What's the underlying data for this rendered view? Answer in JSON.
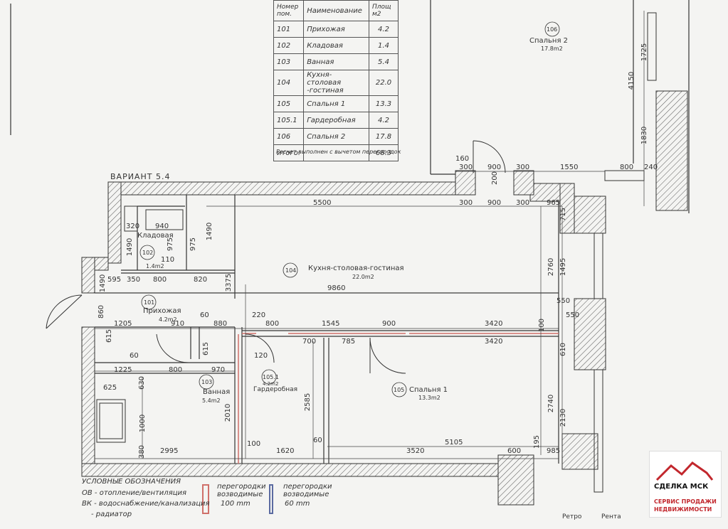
{
  "table": {
    "headers": [
      "Номер пом.",
      "Наименование",
      "Площ м2"
    ],
    "rows": [
      [
        "101",
        "Прихожая",
        "4.2"
      ],
      [
        "102",
        "Кладовая",
        "1.4"
      ],
      [
        "103",
        "Ванная",
        "5.4"
      ],
      [
        "104",
        "Кухня-столовая -гостиная",
        "22.0"
      ],
      [
        "105",
        "Спальня 1",
        "13.3"
      ],
      [
        "105.1",
        "Гардеробная",
        "4.2"
      ],
      [
        "106",
        "Спальня 2",
        "17.8"
      ],
      [
        "итого:",
        "",
        "68.3"
      ]
    ],
    "note": "Расчет выполнен с вычетом перегородок"
  },
  "variant": "ВАРИАНТ 5.4",
  "rooms": {
    "r101": {
      "num": "101",
      "name": "Прихожая",
      "area": "4.2m2"
    },
    "r102": {
      "num": "102",
      "name": "Кладовая",
      "area": "1.4m2"
    },
    "r103": {
      "num": "103",
      "name": "Ванная",
      "area": "5.4m2"
    },
    "r104": {
      "num": "104",
      "name": "Кухня-столовая-гостиная",
      "area": "22.0m2"
    },
    "r105": {
      "num": "105",
      "name": "Спальня 1",
      "area": "13.3m2"
    },
    "r1051": {
      "num": "105.1",
      "name": "Гардеробная",
      "area": "4.2m2"
    },
    "r106": {
      "num": "106",
      "name": "Спальня 2",
      "area": "17.8m2"
    }
  },
  "dims": {
    "d160": "160",
    "d300a": "300",
    "d900a": "900",
    "d300b": "300",
    "d1550": "1550",
    "d800a": "800",
    "d240": "240",
    "d200": "200",
    "d5500": "5500",
    "d300c": "300",
    "d900b": "900",
    "d300d": "300",
    "d965a": "965",
    "d715": "715",
    "d320": "320",
    "d940": "940",
    "d1490a": "1490",
    "d975a": "975",
    "d975b": "975",
    "d1490b": "1490",
    "d1490c": "1490",
    "d110": "110",
    "d595": "595",
    "d350": "350",
    "d800b": "800",
    "d820": "820",
    "d3375": "3375",
    "d9860": "9860",
    "d860": "860",
    "d550a": "550",
    "d550b": "550",
    "d2760": "2760",
    "d1495": "1495",
    "d1205": "1205",
    "d910": "910",
    "d60a": "60",
    "d880": "880",
    "d220": "220",
    "d800c": "800",
    "d1545": "1545",
    "d900c": "900",
    "d3420a": "3420",
    "d100": "100",
    "d615a": "615",
    "d615b": "615",
    "d700": "700",
    "d785": "785",
    "d3420b": "3420",
    "d60b": "60",
    "d120": "120",
    "d610": "610",
    "d1225": "1225",
    "d800d": "800",
    "d970": "970",
    "d630": "630",
    "d625": "625",
    "d1000": "1000",
    "d2010": "2010",
    "d2585": "2585",
    "d2740": "2740",
    "d2130": "2130",
    "d60c": "60",
    "d5105": "5105",
    "d195": "195",
    "d380": "380",
    "d2995": "2995",
    "d100b": "100",
    "d1620": "1620",
    "d3520": "3520",
    "d600": "600",
    "d985": "985",
    "d1725": "1725",
    "d4150": "4150",
    "d1830": "1830"
  },
  "legend": {
    "title": "УСЛОВНЫЕ ОБОЗНАЧЕНИЯ",
    "ov": "ОВ - отопление/вентиляция",
    "vk": "ВК - водоснабжение/канализация",
    "rad": "- радиатор",
    "p100a": "перегородки",
    "p100b": "возводимые",
    "p100c": "100 mm",
    "p60a": "перегородки",
    "p60b": "возводимые",
    "p60c": "60 mm",
    "color100": "#d0706a",
    "color60": "#5a6aa0"
  },
  "logo": {
    "name": "СДЕЛКА МСК",
    "line1": "СЕРВИС ПРОДАЖИ",
    "line2": "НЕДВИЖИМОСТИ",
    "accent": "#c2272d"
  },
  "corner": {
    "a": "Ретро",
    "b": "Рента"
  }
}
